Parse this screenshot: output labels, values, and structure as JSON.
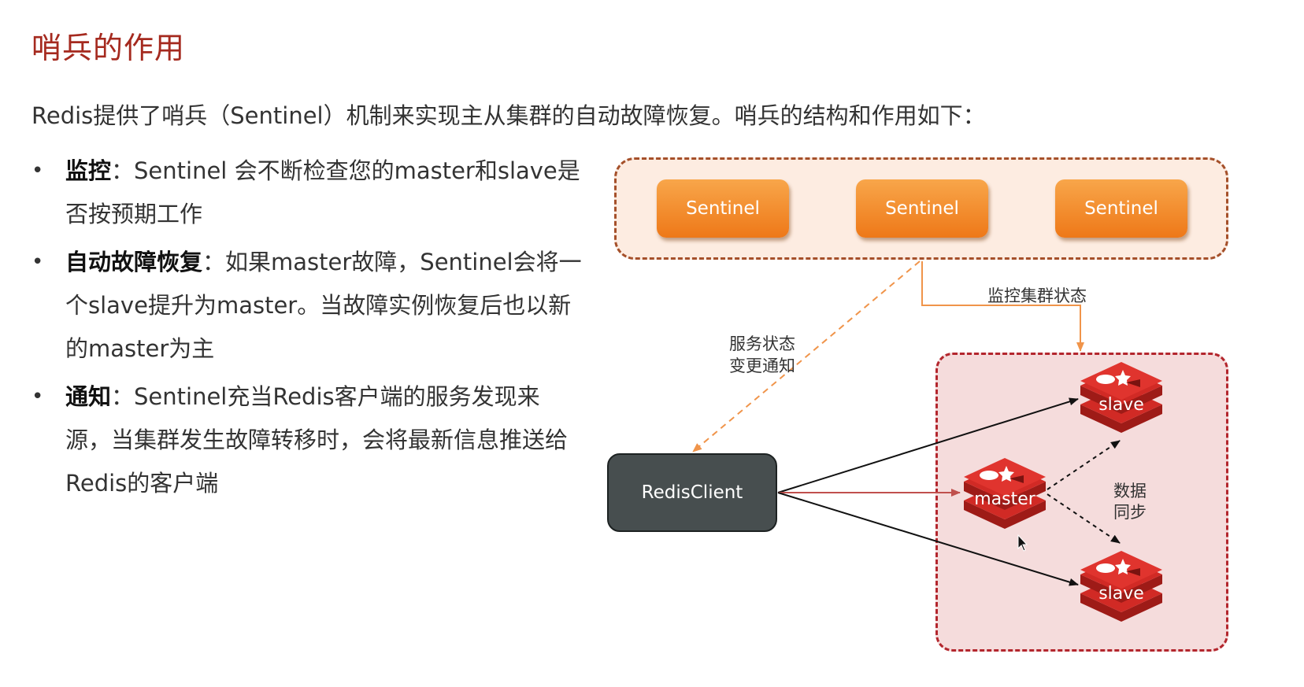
{
  "title": "哨兵的作用",
  "intro": "Redis提供了哨兵（Sentinel）机制来实现主从集群的自动故障恢复。哨兵的结构和作用如下：",
  "bullets": [
    {
      "term": "监控",
      "text": "：Sentinel 会不断检查您的master和slave是否按预期工作"
    },
    {
      "term": "自动故障恢复",
      "text": "：如果master故障，Sentinel会将一个slave提升为master。当故障实例恢复后也以新的master为主"
    },
    {
      "term": "通知",
      "text": "：Sentinel充当Redis客户端的服务发现来源，当集群发生故障转移时，会将最新信息推送给Redis的客户端"
    }
  ],
  "diagram": {
    "sentinels": [
      "Sentinel",
      "Sentinel",
      "Sentinel"
    ],
    "client": "RedisClient",
    "master": "master",
    "slaves": [
      "slave",
      "slave"
    ],
    "label_monitor": "监控集群状态",
    "label_notify_line1": "服务状态",
    "label_notify_line2": "变更通知",
    "label_sync_line1": "数据",
    "label_sync_line2": "同步"
  },
  "colors": {
    "title": "#a52a1f",
    "sentinel": "#ee7818",
    "sentinel_group_border": "#a5502a",
    "redis_group_border": "#b3262d",
    "redis_red": "#d12a25",
    "client": "#474e4f"
  },
  "icons": {
    "bullet": "•",
    "redis_node": "redis-logo-icon",
    "cursor": "mouse-cursor-icon"
  }
}
